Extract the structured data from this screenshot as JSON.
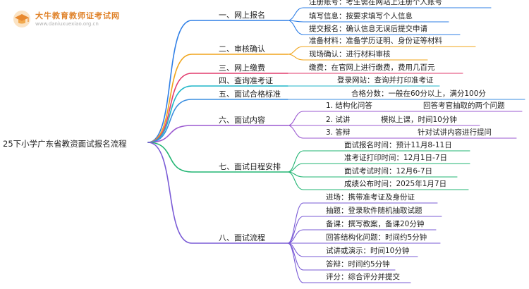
{
  "logo": {
    "title": "大牛教育教师证考试网",
    "url": "www.daniuxuexiao.org.cn"
  },
  "root": "25下小学广东省教资面试报名流程",
  "colors": [
    "#2f7fe6",
    "#f0a41a",
    "#e23b6d",
    "#1fb6c8",
    "#3a8ee0",
    "#9b59d0",
    "#22b573",
    "#7a5bd6"
  ],
  "branches": [
    {
      "label": "一、网上报名",
      "children": [
        "注册账号：考生需在网站上注册个人账号",
        "填写信息：按要求填写个人信息",
        "提交报名：确认信息无误后提交申请"
      ]
    },
    {
      "label": "二、审核确认",
      "children": [
        "准备材料：准备学历证明、身份证等材料",
        "现场确认：进行材料审核"
      ]
    },
    {
      "label": "三、网上缴费",
      "children": [
        "缴费：在官网上进行缴费，费用几百元"
      ]
    },
    {
      "label": "四、查询准考证",
      "children": [
        "登录网站：查询并打印准考证"
      ]
    },
    {
      "label": "五、面试合格标准",
      "children": [
        "合格分数：一般在60分以上，满分100分"
      ]
    },
    {
      "label": "六、面试内容",
      "children": [
        {
          "label": "1. 结构化问答",
          "detail": "回答考官抽取的两个问题"
        },
        {
          "label": "2. 试讲",
          "detail": "模拟上课，时间10分钟"
        },
        {
          "label": "3. 答辩",
          "detail": "针对试讲内容进行提问"
        }
      ]
    },
    {
      "label": "七、面试日程安排",
      "children": [
        "面试报名时间：预计11月8-11日",
        "准考证打印时间：12月1日-7日",
        "面试考试时间：12月6-7日",
        "成绩公布时间：2025年1月7日"
      ]
    },
    {
      "label": "八、面试流程",
      "children": [
        "进场：携带准考证及身份证",
        "抽题：登录软件随机抽取试题",
        "备课：撰写教案，备课20分钟",
        "回答结构化问题：时间约5分钟",
        "试讲或演示：时间10分钟",
        "答辩：时间约5分钟",
        "评分：综合评分并提交"
      ]
    }
  ]
}
